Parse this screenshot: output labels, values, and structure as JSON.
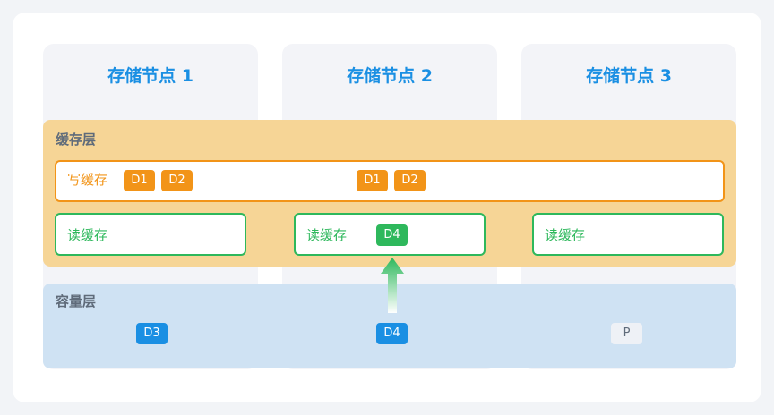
{
  "nodes": [
    {
      "title": "存储节点 1"
    },
    {
      "title": "存储节点 2"
    },
    {
      "title": "存储节点 3"
    }
  ],
  "cache_layer": {
    "label": "缓存层",
    "write_cache": {
      "label": "写缓存",
      "blocks": [
        "D1",
        "D2",
        "D1",
        "D2"
      ]
    },
    "read_caches": [
      {
        "label": "读缓存"
      },
      {
        "label": "读缓存",
        "block": "D4"
      },
      {
        "label": "读缓存"
      }
    ]
  },
  "capacity_layer": {
    "label": "容量层",
    "blocks": [
      "D3",
      "D4",
      "P"
    ]
  },
  "colors": {
    "title_blue": "#1a8fe3",
    "write_orange": "#f29418",
    "read_green": "#2eb85c",
    "cache_bg": "#f6d596",
    "capacity_bg": "#cfe2f3"
  }
}
